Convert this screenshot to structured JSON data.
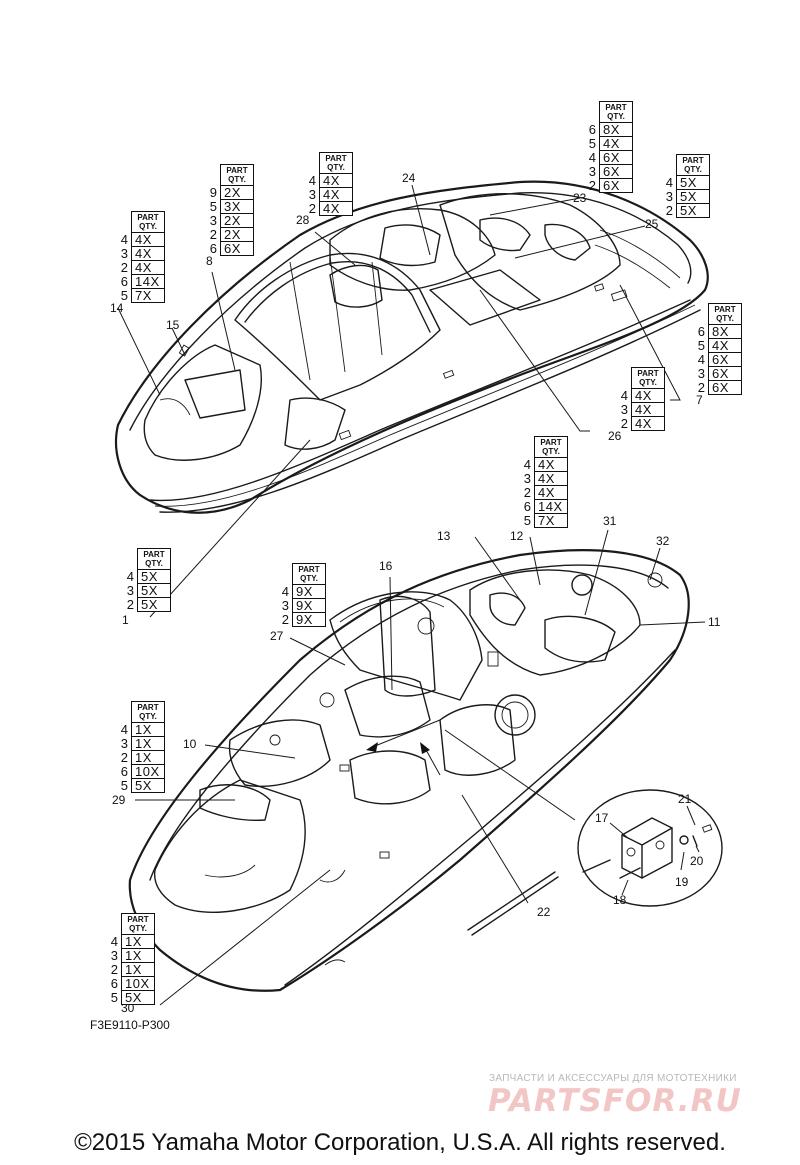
{
  "callouts": {
    "c1": "1",
    "c7": "7",
    "c8": "8",
    "c10": "10",
    "c11": "11",
    "c12": "12",
    "c13": "13",
    "c14": "14",
    "c15": "15",
    "c16": "16",
    "c17": "17",
    "c18": "18",
    "c19": "19",
    "c20": "20",
    "c21": "21",
    "c22": "22",
    "c23": "23",
    "c24": "24",
    "c25": "25",
    "c26": "26",
    "c27": "27",
    "c28": "28",
    "c29": "29",
    "c30": "30",
    "c31": "31",
    "c32": "32"
  },
  "qty_header": "PART QTY.",
  "qty_tables": [
    {
      "id": "t14",
      "rows": [
        [
          "4",
          "4X"
        ],
        [
          "3",
          "4X"
        ],
        [
          "2",
          "4X"
        ],
        [
          "6",
          "14X"
        ],
        [
          "5",
          "7X"
        ]
      ]
    },
    {
      "id": "t8",
      "rows": [
        [
          "9",
          "2X"
        ],
        [
          "5",
          "3X"
        ],
        [
          "3",
          "2X"
        ],
        [
          "2",
          "2X"
        ],
        [
          "6",
          "6X"
        ]
      ]
    },
    {
      "id": "t28",
      "rows": [
        [
          "4",
          "4X"
        ],
        [
          "3",
          "4X"
        ],
        [
          "2",
          "4X"
        ]
      ]
    },
    {
      "id": "t23",
      "rows": [
        [
          "6",
          "8X"
        ],
        [
          "5",
          "4X"
        ],
        [
          "4",
          "6X"
        ],
        [
          "3",
          "6X"
        ],
        [
          "2",
          "6X"
        ]
      ]
    },
    {
      "id": "t25",
      "rows": [
        [
          "4",
          "5X"
        ],
        [
          "3",
          "5X"
        ],
        [
          "2",
          "5X"
        ]
      ]
    },
    {
      "id": "t7",
      "rows": [
        [
          "6",
          "8X"
        ],
        [
          "5",
          "4X"
        ],
        [
          "4",
          "6X"
        ],
        [
          "3",
          "6X"
        ],
        [
          "2",
          "6X"
        ]
      ]
    },
    {
      "id": "t26",
      "rows": [
        [
          "4",
          "4X"
        ],
        [
          "3",
          "4X"
        ],
        [
          "2",
          "4X"
        ]
      ]
    },
    {
      "id": "t12",
      "rows": [
        [
          "4",
          "4X"
        ],
        [
          "3",
          "4X"
        ],
        [
          "2",
          "4X"
        ],
        [
          "6",
          "14X"
        ],
        [
          "5",
          "7X"
        ]
      ]
    },
    {
      "id": "t1",
      "rows": [
        [
          "4",
          "5X"
        ],
        [
          "3",
          "5X"
        ],
        [
          "2",
          "5X"
        ]
      ]
    },
    {
      "id": "t27",
      "rows": [
        [
          "4",
          "9X"
        ],
        [
          "3",
          "9X"
        ],
        [
          "2",
          "9X"
        ]
      ]
    },
    {
      "id": "t29",
      "rows": [
        [
          "4",
          "1X"
        ],
        [
          "3",
          "1X"
        ],
        [
          "2",
          "1X"
        ],
        [
          "6",
          "10X"
        ],
        [
          "5",
          "5X"
        ]
      ]
    },
    {
      "id": "t30",
      "rows": [
        [
          "4",
          "1X"
        ],
        [
          "3",
          "1X"
        ],
        [
          "2",
          "1X"
        ],
        [
          "6",
          "10X"
        ],
        [
          "5",
          "5X"
        ]
      ]
    }
  ],
  "reference_code": "F3E9110-P300",
  "watermark": {
    "tagline": "ЗАПЧАСТИ И АКСЕССУАРЫ ДЛЯ МОТОТЕХНИКИ",
    "logo": "PARTSFOR.RU"
  },
  "copyright": "©2015 Yamaha Motor Corporation, U.S.A. All rights reserved."
}
